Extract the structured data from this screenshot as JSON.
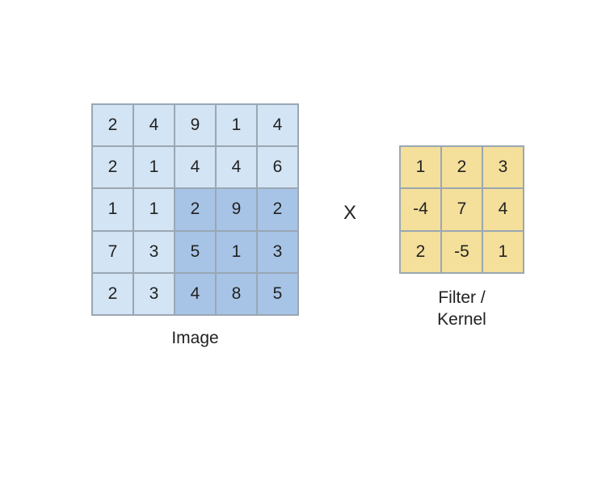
{
  "image": {
    "label": "Image",
    "rows": [
      [
        "2",
        "4",
        "9",
        "1",
        "4"
      ],
      [
        "2",
        "1",
        "4",
        "4",
        "6"
      ],
      [
        "1",
        "1",
        "2",
        "9",
        "2"
      ],
      [
        "7",
        "3",
        "5",
        "1",
        "3"
      ],
      [
        "2",
        "3",
        "4",
        "8",
        "5"
      ]
    ],
    "cell_color": "#d3e4f4",
    "highlight_color": "#a7c4e6",
    "highlight_region": {
      "row_start": 2,
      "row_end": 4,
      "col_start": 2,
      "col_end": 4
    }
  },
  "operator": "X",
  "kernel": {
    "label": "Filter /\nKernel",
    "rows": [
      [
        "1",
        "2",
        "3"
      ],
      [
        "-4",
        "7",
        "4"
      ],
      [
        "2",
        "-5",
        "1"
      ]
    ],
    "cell_color": "#f4df9b"
  }
}
